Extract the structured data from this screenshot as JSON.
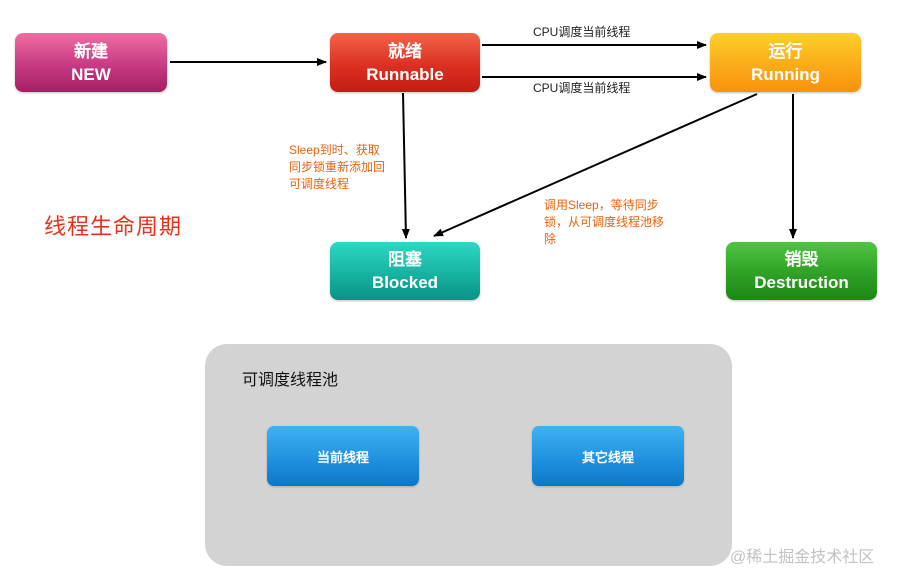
{
  "diagram_title": "线程生命周期",
  "states": {
    "new": {
      "zh": "新建",
      "en": "NEW"
    },
    "runnable": {
      "zh": "就绪",
      "en": "Runnable"
    },
    "running": {
      "zh": "运行",
      "en": "Running"
    },
    "blocked": {
      "zh": "阻塞",
      "en": "Blocked"
    },
    "destruction": {
      "zh": "销毁",
      "en": "Destruction"
    }
  },
  "edges": {
    "runnable_to_running": "CPU调度当前线程",
    "running_to_runnable": "CPU调度当前线程",
    "blocked_note": [
      "Sleep到时、获取",
      "同步锁重新添加回",
      "可调度线程"
    ],
    "running_to_blocked": [
      "调用Sleep，等待同步",
      "锁，从可调度线程池移",
      "除"
    ]
  },
  "pool": {
    "label": "可调度线程池",
    "current_thread": "当前线程",
    "other_threads": "其它线程"
  },
  "watermark": "@稀土掘金技术社区",
  "colors": {
    "arrow": "#000000",
    "annotation": "#e8620c",
    "title": "#e8301c"
  }
}
